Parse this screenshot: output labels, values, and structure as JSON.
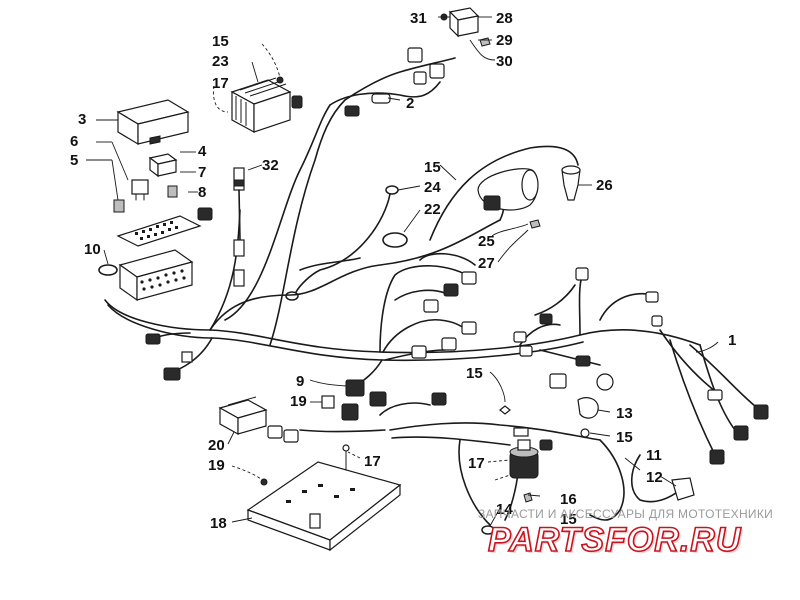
{
  "diagram": {
    "callouts": {
      "c1": "1",
      "c2": "2",
      "c3": "3",
      "c4": "4",
      "c5": "5",
      "c6": "6",
      "c7": "7",
      "c8": "8",
      "c9": "9",
      "c10": "10",
      "c11": "11",
      "c12": "12",
      "c13": "13",
      "c14": "14",
      "c15a": "15",
      "c15b": "15",
      "c15c": "15",
      "c15d": "15",
      "c15e": "15",
      "c16": "16",
      "c17a": "17",
      "c17b": "17",
      "c17c": "17",
      "c18": "18",
      "c19a": "19",
      "c19b": "19",
      "c20": "20",
      "c22": "22",
      "c23": "23",
      "c24": "24",
      "c25": "25",
      "c26": "26",
      "c27": "27",
      "c28": "28",
      "c29": "29",
      "c30": "30",
      "c31": "31",
      "c32": "32"
    }
  },
  "watermark": {
    "caption": "ЗАПЧАСТИ И АКСЕССУАРЫ ДЛЯ МОТОТЕХНИКИ",
    "logo": "PARTSFOR.RU",
    "color": "#c8141e"
  }
}
